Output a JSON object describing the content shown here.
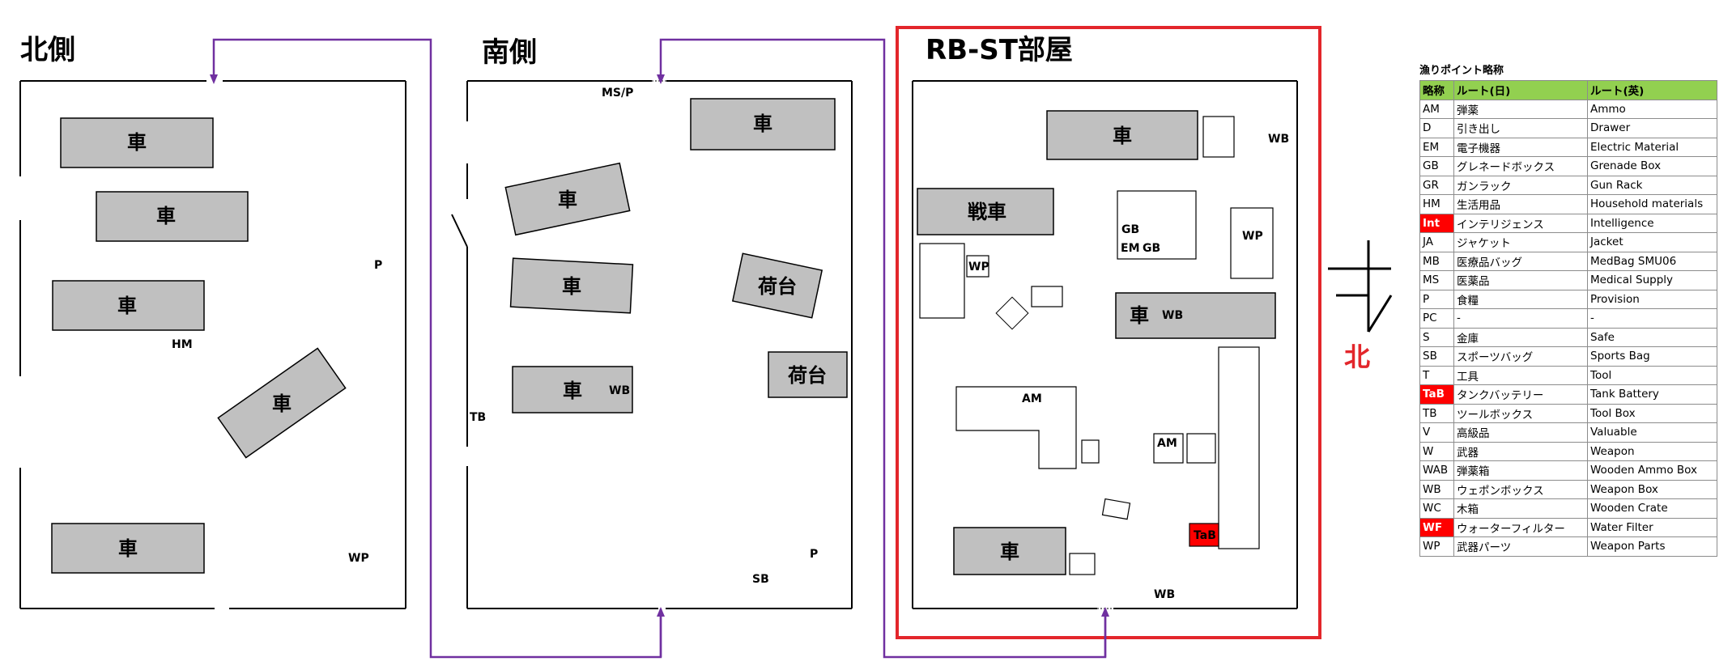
{
  "sections": {
    "north": {
      "title": "北側"
    },
    "south": {
      "title": "南側"
    },
    "rbst": {
      "title": "RB-ST部屋"
    }
  },
  "labels": {
    "car": "車",
    "tank": "戦車",
    "cargo": "荷台",
    "north_compass": "北",
    "ms_p": "MS/P",
    "hm": "HM",
    "p": "P",
    "wp": "WP",
    "wb": "WB",
    "tb": "TB",
    "sb": "SB",
    "gb": "GB",
    "em": "EM",
    "am": "AM",
    "tab": "TaB"
  },
  "colors": {
    "accent_red": "#e3262b",
    "arrow_purple": "#7030a0",
    "car_fill": "#c0c0c0",
    "header_green": "#92d050",
    "highlight_red": "#ff0000"
  },
  "legend": {
    "title": "漁りポイント略称",
    "headers": [
      "略称",
      "ルート(日)",
      "ルート(英)"
    ],
    "rows": [
      {
        "abbr": "AM",
        "ja": "弾薬",
        "en": "Ammo",
        "highlight": false
      },
      {
        "abbr": "D",
        "ja": "引き出し",
        "en": "Drawer",
        "highlight": false
      },
      {
        "abbr": "EM",
        "ja": "電子機器",
        "en": "Electric Material",
        "highlight": false
      },
      {
        "abbr": "GB",
        "ja": "グレネードボックス",
        "en": "Grenade Box",
        "highlight": false
      },
      {
        "abbr": "GR",
        "ja": "ガンラック",
        "en": "Gun Rack",
        "highlight": false
      },
      {
        "abbr": "HM",
        "ja": "生活用品",
        "en": "Household materials",
        "highlight": false
      },
      {
        "abbr": "Int",
        "ja": "インテリジェンス",
        "en": "Intelligence",
        "highlight": true
      },
      {
        "abbr": "JA",
        "ja": "ジャケット",
        "en": "Jacket",
        "highlight": false
      },
      {
        "abbr": "MB",
        "ja": "医療品バッグ",
        "en": "MedBag SMU06",
        "highlight": false
      },
      {
        "abbr": "MS",
        "ja": "医薬品",
        "en": "Medical Supply",
        "highlight": false
      },
      {
        "abbr": "P",
        "ja": "食糧",
        "en": "Provision",
        "highlight": false
      },
      {
        "abbr": "PC",
        "ja": "-",
        "en": "-",
        "highlight": false
      },
      {
        "abbr": "S",
        "ja": "金庫",
        "en": "Safe",
        "highlight": false
      },
      {
        "abbr": "SB",
        "ja": "スポーツバッグ",
        "en": "Sports Bag",
        "highlight": false
      },
      {
        "abbr": "T",
        "ja": "工具",
        "en": "Tool",
        "highlight": false
      },
      {
        "abbr": "TaB",
        "ja": "タンクバッテリー",
        "en": "Tank Battery",
        "highlight": true
      },
      {
        "abbr": "TB",
        "ja": "ツールボックス",
        "en": "Tool Box",
        "highlight": false
      },
      {
        "abbr": "V",
        "ja": "高級品",
        "en": "Valuable",
        "highlight": false
      },
      {
        "abbr": "W",
        "ja": "武器",
        "en": "Weapon",
        "highlight": false
      },
      {
        "abbr": "WAB",
        "ja": "弾薬箱",
        "en": "Wooden Ammo Box",
        "highlight": false
      },
      {
        "abbr": "WB",
        "ja": "ウェポンボックス",
        "en": "Weapon Box",
        "highlight": false
      },
      {
        "abbr": "WC",
        "ja": "木箱",
        "en": "Wooden Crate",
        "highlight": false
      },
      {
        "abbr": "WF",
        "ja": "ウォーターフィルター",
        "en": "Water Filter",
        "highlight": true
      },
      {
        "abbr": "WP",
        "ja": "武器パーツ",
        "en": "Weapon Parts",
        "highlight": false
      }
    ]
  }
}
